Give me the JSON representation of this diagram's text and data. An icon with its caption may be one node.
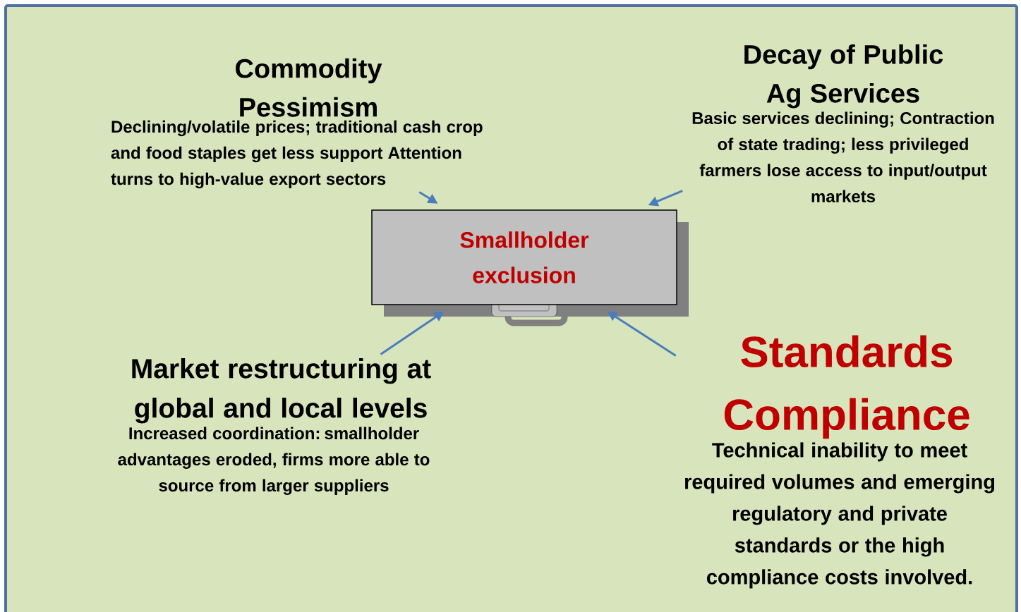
{
  "diagram": {
    "nodes": [
      {
        "text": [
          "Smallholder exclusion"
        ]
      },
      {
        "text": [
          "Commodity Pessimism",
          "Declining/volatile prices; traditional cash crop and food staples get less support Attention turns to high-value export sectors"
        ]
      },
      {
        "text": [
          "Decay of Public Ag Services",
          "Basic services declining; Contraction of state trading; less privileged farmers lose access to input/output markets"
        ]
      },
      {
        "text": [
          "Market restructuring at global and local levels",
          "Increased coordination: smallholder advantages eroded, firms more able to source from larger suppliers"
        ]
      },
      {
        "text": [
          "Standards Compliance",
          "Technical inability to meet required volumes and emerging regulatory and private standards or the high compliance costs involved."
        ]
      }
    ],
    "edges": [
      {
        "from": 1,
        "to": 0,
        "arrow": "to"
      },
      {
        "from": 2,
        "to": 0,
        "arrow": "to"
      },
      {
        "from": 3,
        "to": 0,
        "arrow": "to"
      },
      {
        "from": 4,
        "to": 0,
        "arrow": "to"
      }
    ]
  }
}
